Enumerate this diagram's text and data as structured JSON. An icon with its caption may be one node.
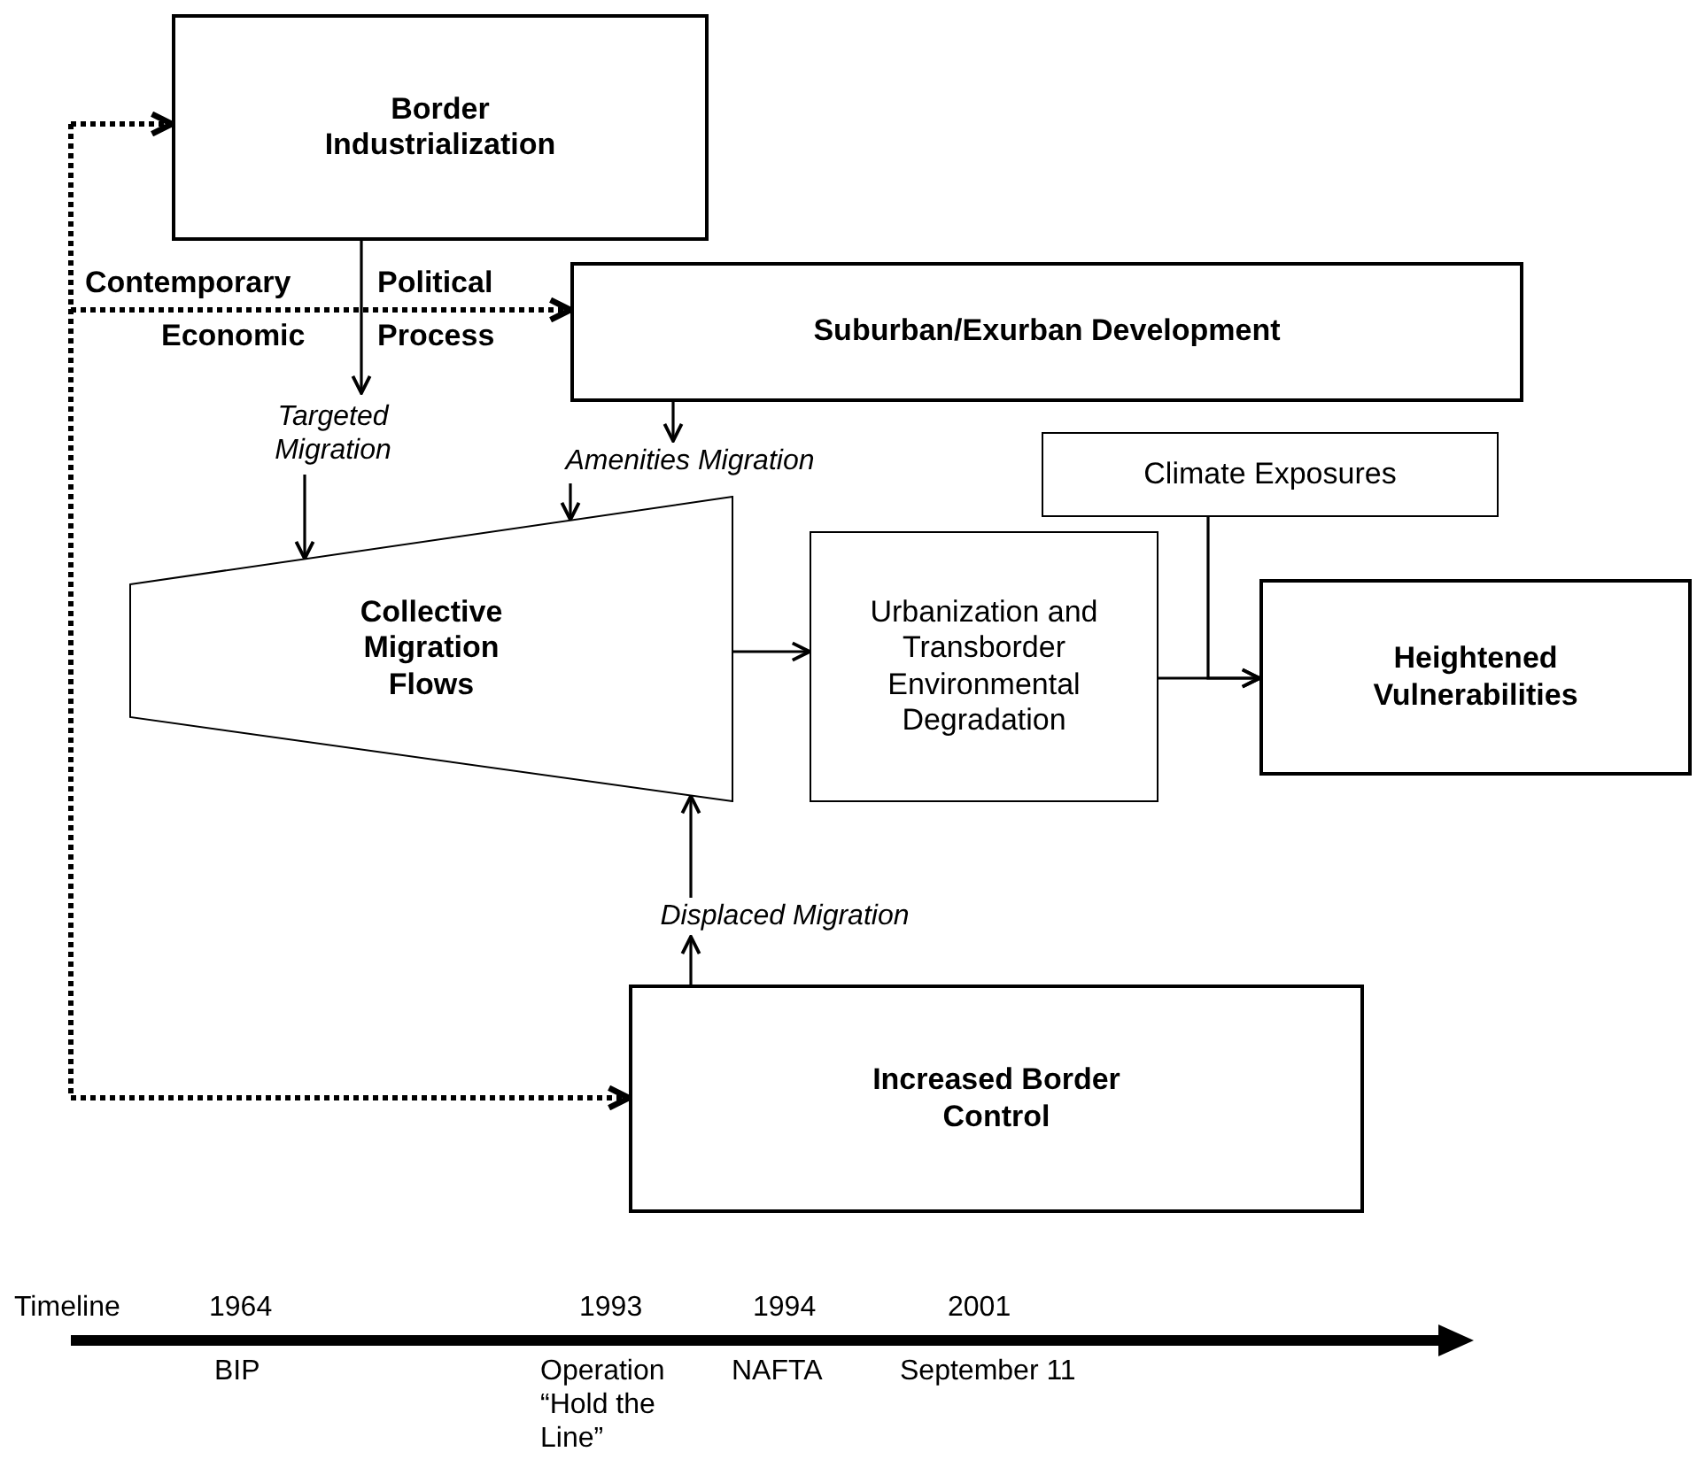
{
  "diagram": {
    "nodes": [
      {
        "text": [
          "Border Industrialization"
        ]
      },
      {
        "text": [
          "Suburban/Exurban Development"
        ]
      },
      {
        "text": [
          "Collective Migration Flows"
        ]
      },
      {
        "text": [
          "Climate Exposures"
        ]
      },
      {
        "text": [
          "Urbanization and Transborder Environmental Degradation"
        ]
      },
      {
        "text": [
          "Heightened Vulnerabilities"
        ]
      },
      {
        "text": [
          "Increased Border Control"
        ]
      },
      {
        "text": [
          "Targeted Migration"
        ]
      },
      {
        "text": [
          "Amenities Migration"
        ]
      },
      {
        "text": [
          "Displaced Migration"
        ]
      }
    ],
    "edges": [
      {
        "from": 0,
        "to": 7,
        "arrow": "to"
      },
      {
        "from": 7,
        "to": 2,
        "arrow": "to"
      },
      {
        "from": 1,
        "to": 8,
        "arrow": "to"
      },
      {
        "from": 8,
        "to": 2,
        "arrow": "to"
      },
      {
        "from": 6,
        "to": 9,
        "arrow": "to"
      },
      {
        "from": 9,
        "to": 2,
        "arrow": "to"
      },
      {
        "from": 2,
        "to": 4,
        "arrow": "to"
      },
      {
        "from": 4,
        "to": 5,
        "arrow": "to"
      },
      {
        "from": 3,
        "to": 5,
        "arrow": "to"
      },
      {
        "from": null,
        "to": 0,
        "arrow": "to",
        "style": "dashed"
      },
      {
        "from": null,
        "to": 1,
        "arrow": "to",
        "style": "dashed"
      },
      {
        "from": null,
        "to": 6,
        "arrow": "to",
        "style": "dashed"
      }
    ],
    "labels": [
      "Contemporary",
      "Political",
      "Economic",
      "Process",
      "Timeline",
      "1964",
      "1993",
      "1994",
      "2001",
      "BIP",
      "Operation “Hold the Line”",
      "NAFTA",
      "September 11"
    ]
  }
}
